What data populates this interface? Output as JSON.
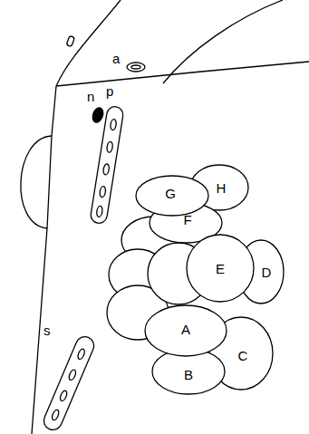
{
  "diagram": {
    "nodes": [
      {
        "text": [
          "H"
        ]
      },
      {
        "text": [
          "G"
        ]
      },
      {
        "text": [
          "F"
        ]
      },
      {
        "text": [
          "E"
        ]
      },
      {
        "text": [
          "D"
        ]
      },
      {
        "text": [
          "A"
        ]
      },
      {
        "text": [
          "C"
        ]
      },
      {
        "text": [
          "B"
        ]
      }
    ],
    "labels": [
      "a",
      "n",
      "p",
      "s"
    ]
  }
}
